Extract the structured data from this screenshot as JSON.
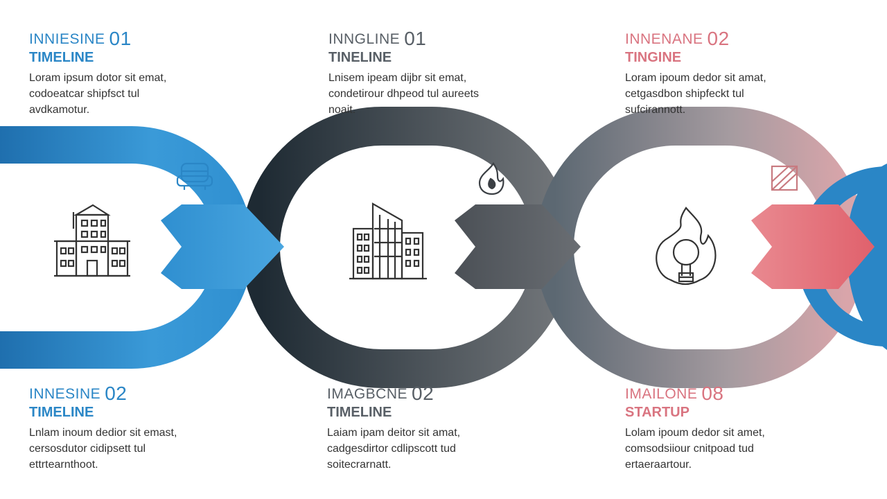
{
  "top": [
    {
      "heading": "INNIESINE",
      "num": "01",
      "sub": "TIMELINE",
      "body": "Loram ipsum dotor sit emat, codoeatcar shipfsct tul avdkamotur."
    },
    {
      "heading": "INNGLINE",
      "num": "01",
      "sub": "TINELINE",
      "body": "Lnisem ipeam dijbr sit emat, condetirour dhpeod tul aureets noait."
    },
    {
      "heading": "INNENANE",
      "num": "02",
      "sub": "TINGINE",
      "body": "Loram ipoum dedor sit amat, cetgasdbon shipfeckt tul sufcirannott."
    }
  ],
  "bottom": [
    {
      "heading": "INNESINE",
      "num": "02",
      "sub": "TIMELINE",
      "body": "Lnlam inoum dedior sit emast, cersosdutor cidipsett tul ettrtearnthoot."
    },
    {
      "heading": "IMAGBCNE",
      "num": "02",
      "sub": "TIMELINE",
      "body": "Laiam ipam deitor sit amat, cadgesdirtor cdlipscott tud soitecrarnatt."
    },
    {
      "heading": "IMAILONE",
      "num": "08",
      "sub": "STARTUP",
      "body": "Lolam ipoum dedor sit amet, comsodsiiour cnitpoad tud ertaeraartour."
    }
  ],
  "colors": {
    "blue": "#2a86c6",
    "dark": "#2f3a44",
    "gray": "#6e7277",
    "pink": "#e7707a",
    "arrow_blue": "#3a97d4",
    "arrow_gray": "#5d6166"
  },
  "icons": [
    "hotel-building-icon",
    "office-building-icon",
    "idea-lightbulb-icon",
    "sofa-icon",
    "fire-icon",
    "crossed-box-icon"
  ]
}
